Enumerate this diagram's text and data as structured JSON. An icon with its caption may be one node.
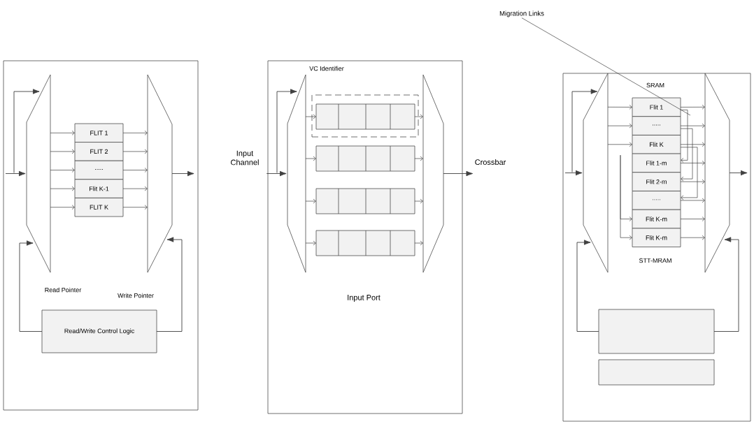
{
  "diagram": {
    "nodes": [
      {
        "text": [],
        "shape": "box"
      },
      {
        "text": [],
        "shape": "trapezoid",
        "in": 0
      },
      {
        "text": [],
        "shape": "trapezoid",
        "in": 0
      },
      {
        "text": [
          "FLIT 1"
        ],
        "in": 0
      },
      {
        "text": [
          "FLIT 2"
        ],
        "in": 0
      },
      {
        "text": [
          "....."
        ],
        "in": 0
      },
      {
        "text": [
          "Flit K-1"
        ],
        "in": 0
      },
      {
        "text": [
          "FLIT K"
        ],
        "in": 0
      },
      {
        "text": [
          "Read/Write Control Logic"
        ],
        "in": 0
      },
      {
        "text": [
          "Input Channel"
        ]
      },
      {
        "text": [
          "Input Port"
        ]
      },
      {
        "text": [],
        "shape": "trapezoid",
        "in": 10
      },
      {
        "text": [],
        "shape": "box",
        "in": 10
      },
      {
        "text": [],
        "shape": "box",
        "in": 12
      },
      {
        "text": [],
        "shape": "box",
        "in": 10
      },
      {
        "text": [],
        "shape": "box",
        "in": 10
      },
      {
        "text": [],
        "shape": "box",
        "in": 10
      },
      {
        "text": [],
        "shape": "trapezoid",
        "in": 10
      },
      {
        "text": [
          "Crossbar"
        ]
      },
      {
        "text": [],
        "shape": "box"
      },
      {
        "text": [],
        "shape": "trapezoid",
        "in": 19
      },
      {
        "text": [],
        "shape": "trapezoid",
        "in": 19
      },
      {
        "text": [
          "Flit 1"
        ],
        "in": 19
      },
      {
        "text": [
          "....."
        ],
        "in": 19
      },
      {
        "text": [
          "Flit K"
        ],
        "in": 19
      },
      {
        "text": [
          "Flit 1-m"
        ],
        "in": 19
      },
      {
        "text": [
          "Flit 2-m"
        ],
        "in": 19
      },
      {
        "text": [
          "....."
        ],
        "in": 19
      },
      {
        "text": [
          "Flit K-m"
        ],
        "in": 19
      },
      {
        "text": [
          "Flit K-m"
        ],
        "in": 19
      },
      {
        "text": [],
        "shape": "box",
        "in": 19
      },
      {
        "text": [],
        "shape": "box",
        "in": 19
      },
      {
        "text": [
          "Migration Links"
        ]
      }
    ],
    "edges": [
      {
        "from": null,
        "to": 1,
        "arrow": "to"
      },
      {
        "from": null,
        "to": 1,
        "arrow": "to"
      },
      {
        "from": 1,
        "to": 3,
        "arrow": "to"
      },
      {
        "from": 1,
        "to": 4,
        "arrow": "to"
      },
      {
        "from": 1,
        "to": 5,
        "arrow": "to"
      },
      {
        "from": 1,
        "to": 6,
        "arrow": "to"
      },
      {
        "from": 1,
        "to": 7,
        "arrow": "to"
      },
      {
        "from": 3,
        "to": 2,
        "arrow": "to"
      },
      {
        "from": 4,
        "to": 2,
        "arrow": "to"
      },
      {
        "from": 5,
        "to": 2,
        "arrow": "to"
      },
      {
        "from": 6,
        "to": 2,
        "arrow": "to"
      },
      {
        "from": 7,
        "to": 2,
        "arrow": "to"
      },
      {
        "from": 2,
        "to": null,
        "arrow": "to"
      },
      {
        "from": 8,
        "to": 1,
        "arrow": "to"
      },
      {
        "from": 8,
        "to": 2,
        "arrow": "to"
      },
      {
        "from": 9,
        "to": 11,
        "arrow": "to"
      },
      {
        "from": null,
        "to": 11,
        "arrow": "to"
      },
      {
        "from": 11,
        "to": 13,
        "arrow": "to"
      },
      {
        "from": 11,
        "to": 14,
        "arrow": "to"
      },
      {
        "from": 11,
        "to": 15,
        "arrow": "to"
      },
      {
        "from": 11,
        "to": 16,
        "arrow": "to"
      },
      {
        "from": 13,
        "to": 17,
        "arrow": "to"
      },
      {
        "from": 14,
        "to": 17,
        "arrow": "to"
      },
      {
        "from": 15,
        "to": 17,
        "arrow": "to"
      },
      {
        "from": 16,
        "to": 17,
        "arrow": "to"
      },
      {
        "from": 17,
        "to": 18,
        "arrow": "to"
      },
      {
        "from": null,
        "to": 20,
        "arrow": "to"
      },
      {
        "from": null,
        "to": 20,
        "arrow": "to"
      },
      {
        "from": 20,
        "to": 22,
        "arrow": "to"
      },
      {
        "from": 20,
        "to": 23,
        "arrow": "to"
      },
      {
        "from": 20,
        "to": 24,
        "arrow": "to"
      },
      {
        "from": null,
        "to": 28,
        "arrow": "to"
      },
      {
        "from": null,
        "to": 29,
        "arrow": "to"
      },
      {
        "from": 22,
        "to": 21,
        "arrow": "to"
      },
      {
        "from": 23,
        "to": 21,
        "arrow": "to"
      },
      {
        "from": 24,
        "to": 21,
        "arrow": "to"
      },
      {
        "from": 25,
        "to": 21,
        "arrow": "to"
      },
      {
        "from": 26,
        "to": 21,
        "arrow": "to"
      },
      {
        "from": 27,
        "to": 21,
        "arrow": "to"
      },
      {
        "from": 28,
        "to": 21,
        "arrow": "to"
      },
      {
        "from": 29,
        "to": 21,
        "arrow": "to"
      },
      {
        "from": 22,
        "to": 25,
        "arrow": "to"
      },
      {
        "from": 23,
        "to": 26,
        "arrow": "to"
      },
      {
        "from": 24,
        "to": 27,
        "arrow": "to"
      },
      {
        "from": 21,
        "to": null,
        "arrow": "to"
      },
      {
        "from": 30,
        "to": 20,
        "arrow": "to"
      },
      {
        "from": 30,
        "to": 21,
        "arrow": "to"
      },
      {
        "from": 32,
        "to": null,
        "arrow": "none"
      }
    ],
    "labels": [
      "Read Pointer",
      "Write Pointer",
      "VC Identifier",
      "SRAM",
      "STT-MRAM"
    ]
  }
}
